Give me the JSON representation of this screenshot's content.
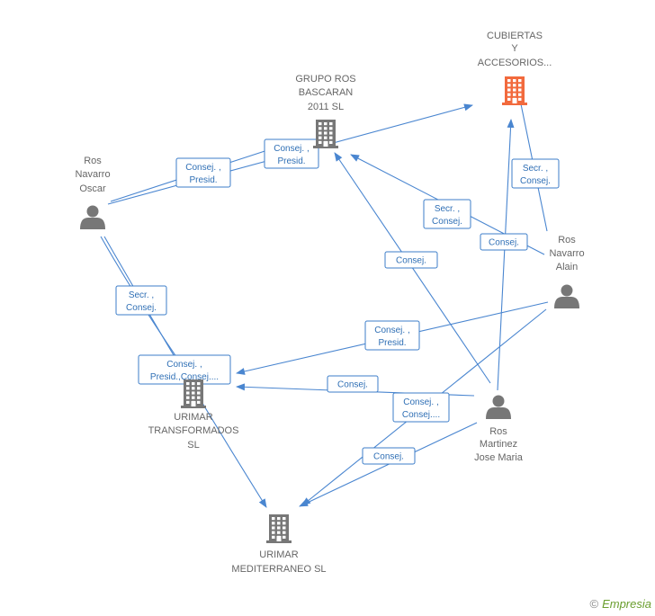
{
  "colors": {
    "edge": "#4a86d0",
    "building": "#777777",
    "highlight": "#f26a3d",
    "person": "#777777"
  },
  "nodes": [
    {
      "id": "cubiertas",
      "kind": "building",
      "highlight": true,
      "label": [
        "CUBIERTAS",
        "Y",
        "ACCESORIOS..."
      ]
    },
    {
      "id": "grupo",
      "kind": "building",
      "label": [
        "GRUPO ROS",
        "BASCARAN",
        "2011 SL"
      ]
    },
    {
      "id": "oscar",
      "kind": "person",
      "label": [
        "Ros",
        "Navarro",
        "Oscar"
      ]
    },
    {
      "id": "alain",
      "kind": "person",
      "label": [
        "Ros",
        "Navarro",
        "Alain"
      ]
    },
    {
      "id": "transformados",
      "kind": "building",
      "label": [
        "URIMAR",
        "TRANSFORMADOS",
        "SL"
      ]
    },
    {
      "id": "josemaria",
      "kind": "person",
      "label": [
        "Ros",
        "Martinez",
        "Jose Maria"
      ]
    },
    {
      "id": "mediterraneo",
      "kind": "building",
      "label": [
        "URIMAR",
        "MEDITERRANEO SL"
      ]
    }
  ],
  "edge_labels": [
    {
      "id": "e1",
      "lines": [
        "Consej. ,",
        "Presid."
      ]
    },
    {
      "id": "e2",
      "lines": [
        "Consej. ,",
        "Presid."
      ]
    },
    {
      "id": "e3",
      "lines": [
        "Secr. ,",
        "Consej."
      ]
    },
    {
      "id": "e4",
      "lines": [
        "Secr. ,",
        "Consej."
      ]
    },
    {
      "id": "e5",
      "lines": [
        "Consej."
      ]
    },
    {
      "id": "e6",
      "lines": [
        "Consej."
      ]
    },
    {
      "id": "e7",
      "lines": [
        "Consej. ,",
        "Presid."
      ]
    },
    {
      "id": "e8",
      "lines": [
        "Consej. ,",
        "Presid.,Consej...."
      ]
    },
    {
      "id": "e9",
      "lines": [
        "Consej."
      ]
    },
    {
      "id": "e10",
      "lines": [
        "Consej. ,",
        "Consej...."
      ]
    },
    {
      "id": "e11",
      "lines": [
        "Consej."
      ]
    },
    {
      "id": "e12",
      "lines": [
        "Secr. ,",
        "Consej."
      ]
    }
  ],
  "footer": {
    "copyright_symbol": "©",
    "brand": "Empresia"
  }
}
